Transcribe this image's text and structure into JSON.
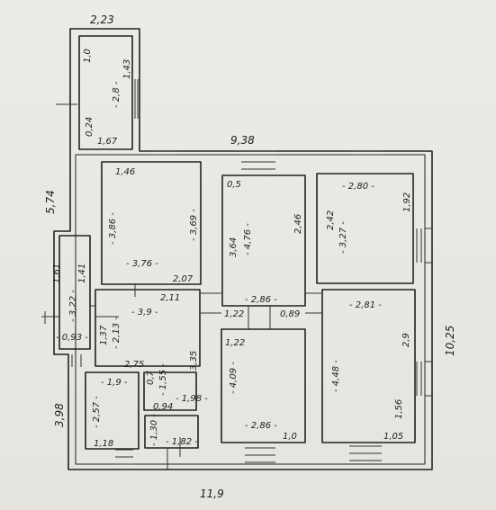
{
  "plan": {
    "top_annex_width": "2,23",
    "top_width": "9,38",
    "left_upper_height": "5,74",
    "right_height": "10,25",
    "left_lower_height": "3,98",
    "bottom_width": "11,9"
  },
  "rooms": {
    "annex": {
      "h_top": "1,0",
      "h_main": "- 2,8 -",
      "window": "1,43",
      "w_bottom": "1,67",
      "small": "0,24"
    },
    "room_a": {
      "top": "1,46",
      "h": "- 3,86 -",
      "h2": "- 3,69 -",
      "w": "- 3,76 -",
      "bottom": "2,07"
    },
    "room_b": {
      "top": "0,5",
      "h": "3,64",
      "h2": "- 4,76 -",
      "side": "2,46",
      "w": "- 2,86 -",
      "bl": "1,22",
      "br": "0,89"
    },
    "room_c": {
      "top": "- 2,80 -",
      "h": "2,42",
      "h2": "- 3,27 -",
      "side": "1,92"
    },
    "porch": {
      "h1": "1,61",
      "h2": "1,41",
      "h3": "- 3,22 -",
      "w": "- 0,93 -"
    },
    "hall": {
      "top": "2,11",
      "w": "- 3,9 -",
      "h1": "1,37",
      "h2": "- 2,13 -",
      "bottom": "2,75",
      "h3": "3,35"
    },
    "room_d": {
      "w": "- 2,81 -",
      "h": "- 4,48 -",
      "side": "2,9",
      "bl": "1,56",
      "br": "1,05"
    },
    "room_e": {
      "top": "1,22",
      "h": "- 4,09 -",
      "w": "- 2,86 -",
      "bottom": "1,0"
    },
    "room_f": {
      "w": "- 1,9 -",
      "h": "- 2,57 -",
      "bottom": "1,18"
    },
    "room_g": {
      "a": "0,7",
      "h": "- 1,55 -",
      "w": "- 1,98 -",
      "b": "0,94"
    },
    "room_h": {
      "h": "- 1,30 -",
      "w": "- 1,82 -"
    }
  }
}
